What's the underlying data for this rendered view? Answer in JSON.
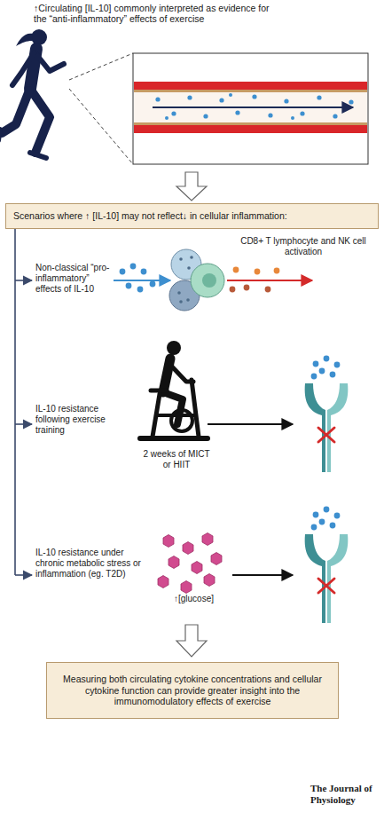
{
  "diagram": {
    "title": "↑Circulating [IL-10] commonly interpreted as evidence for the “anti-inflammatory” effects of exercise",
    "nodes": [
      {
        "text": [
          "Scenarios where ↑ [IL-10] may not reflect↓ in cellular inflammation:"
        ]
      },
      {
        "text": [
          "Measuring both circulating cytokine concentrations and cellular cytokine function can provide greater insight into the immunomodulatory effects of exercise"
        ]
      }
    ],
    "labels": [
      "Non-classical “pro-inflammatory” effects of IL-10",
      "CD8+ T lymphocyte and NK cell activation",
      "IL-10 resistance following exercise training",
      "2 weeks of MICT or HIIT",
      "IL-10 resistance under chronic metabolic stress or inflammation (eg. T2D)",
      "↑[glucose]",
      "The Journal of Physiology"
    ]
  }
}
